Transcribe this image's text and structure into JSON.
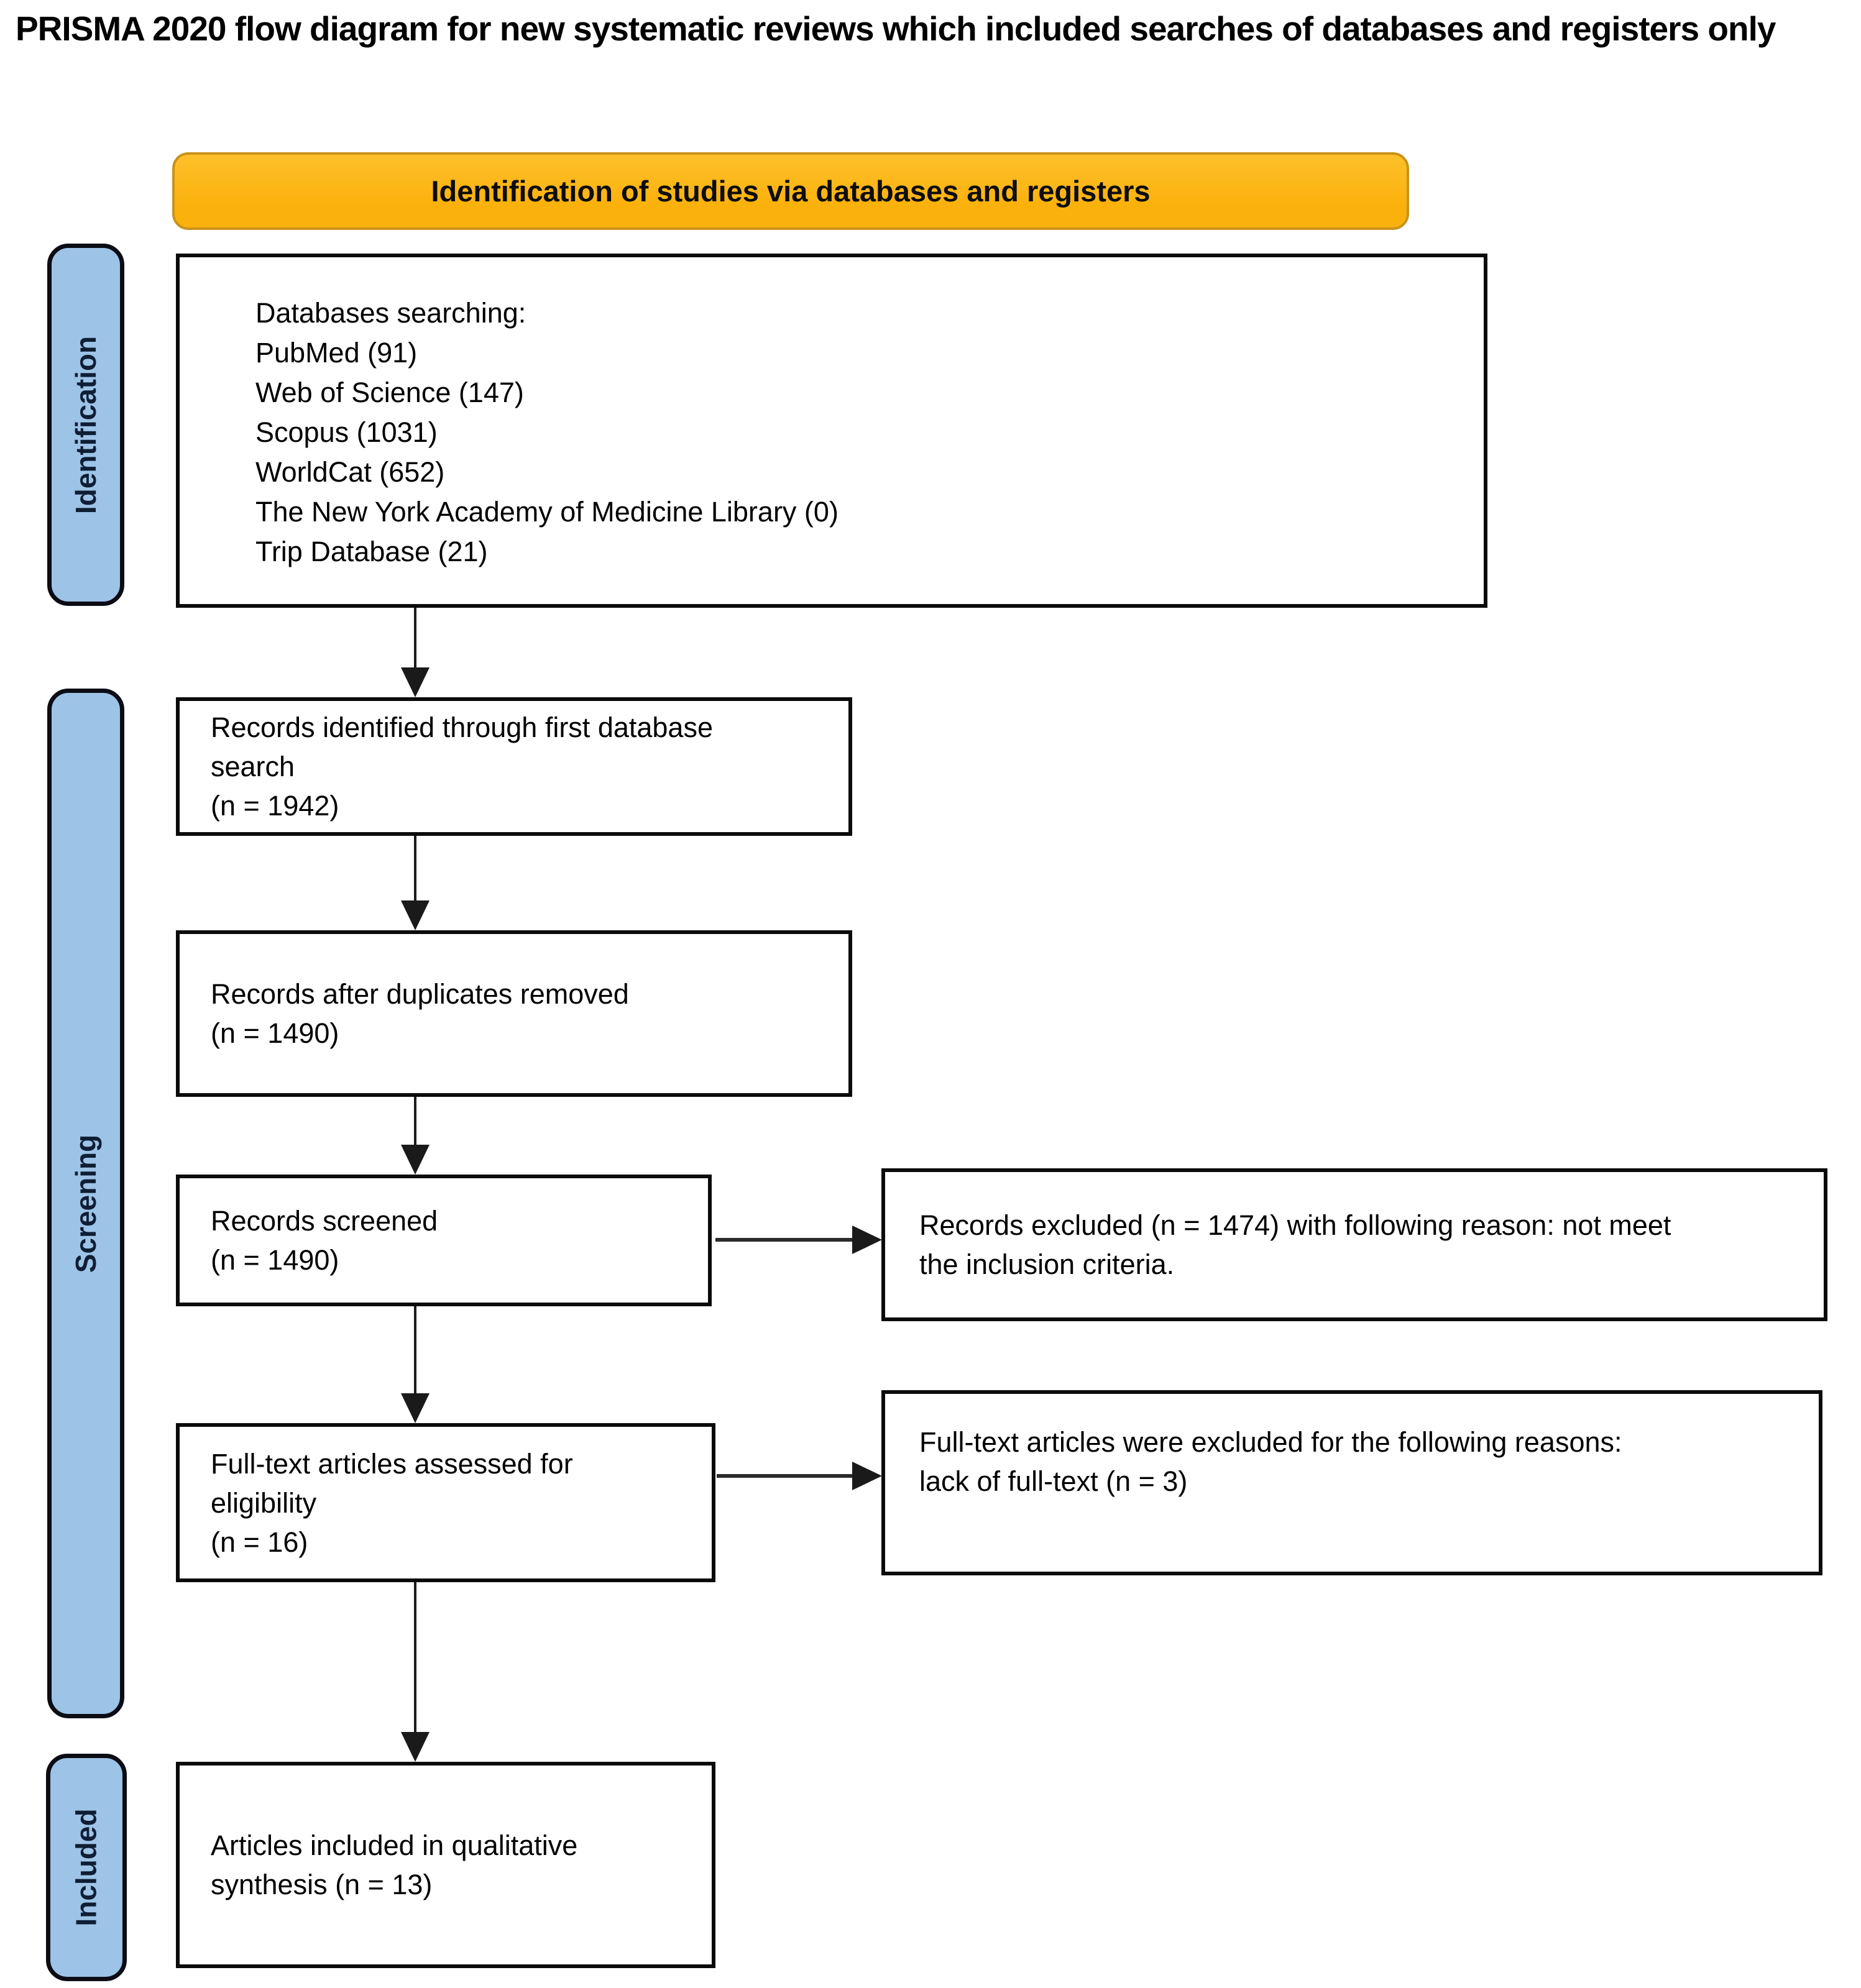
{
  "title": "PRISMA 2020 flow diagram for new systematic reviews which included searches of databases and registers only",
  "banner": {
    "label": "Identification of studies via databases and registers"
  },
  "stages": {
    "identification": {
      "label": "Identification"
    },
    "screening": {
      "label": "Screening"
    },
    "included": {
      "label": "Included"
    }
  },
  "boxes": {
    "databases": {
      "lines": [
        "Databases searching:",
        "PubMed (91)",
        "Web of Science (147)",
        "Scopus (1031)",
        "WorldCat (652)",
        "The New York Academy of Medicine Library (0)",
        "Trip Database (21)"
      ]
    },
    "identified": {
      "lines": [
        "Records identified through first database",
        "search",
        "(n = 1942)"
      ]
    },
    "deduplicated": {
      "lines": [
        "Records after duplicates removed",
        "(n = 1490)"
      ]
    },
    "screened": {
      "lines": [
        "Records screened",
        "(n = 1490)"
      ]
    },
    "records_excluded": {
      "lines": [
        "Records excluded (n = 1474) with following reason: not meet",
        "the inclusion criteria."
      ]
    },
    "fulltext_assessed": {
      "lines": [
        "Full-text articles assessed for",
        "eligibility",
        "(n = 16)"
      ]
    },
    "fulltext_excluded": {
      "lines": [
        "Full-text articles were excluded for the following reasons:",
        "lack of full-text (n = 3)"
      ]
    },
    "included_articles": {
      "lines": [
        "Articles included in qualitative",
        "synthesis (n = 13)"
      ]
    }
  },
  "colors": {
    "banner_fill": "#FBB10C",
    "banner_fill_top": "#FDC02B",
    "banner_border": "#C9931B",
    "stage_fill": "#9DC3E6",
    "stage_border": "#0C0C14",
    "stage_text": "#0F1E35",
    "box_fill": "#FFFFFF",
    "box_border": "#0B0B0B",
    "arrow": "#1A1A1A",
    "arrow_h": "#2B2B2B"
  }
}
